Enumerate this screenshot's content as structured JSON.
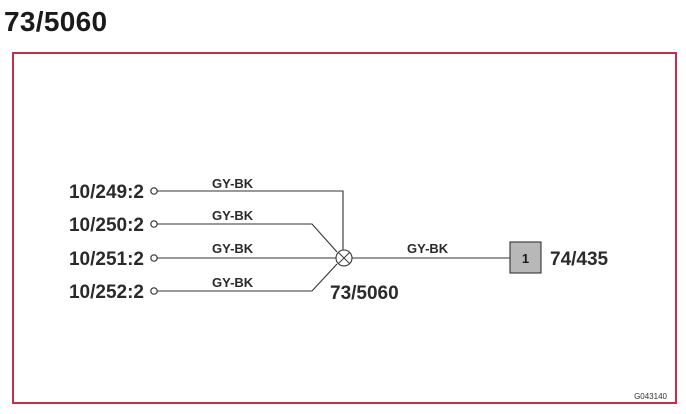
{
  "title": "73/5060",
  "colors": {
    "frame": "#c0304a",
    "wire": "#333333",
    "text": "#2a2a2a",
    "component_fill": "#b8b8b8"
  },
  "connectors": [
    {
      "label": "10/249:2",
      "wire_color": "GY-BK"
    },
    {
      "label": "10/250:2",
      "wire_color": "GY-BK"
    },
    {
      "label": "10/251:2",
      "wire_color": "GY-BK"
    },
    {
      "label": "10/252:2",
      "wire_color": "GY-BK"
    }
  ],
  "splice": {
    "label": "73/5060",
    "icon": "splice-junction-icon"
  },
  "output_wire": {
    "wire_color": "GY-BK"
  },
  "component": {
    "pin": "1",
    "label": "74/435"
  },
  "figure_ref": "G043140"
}
